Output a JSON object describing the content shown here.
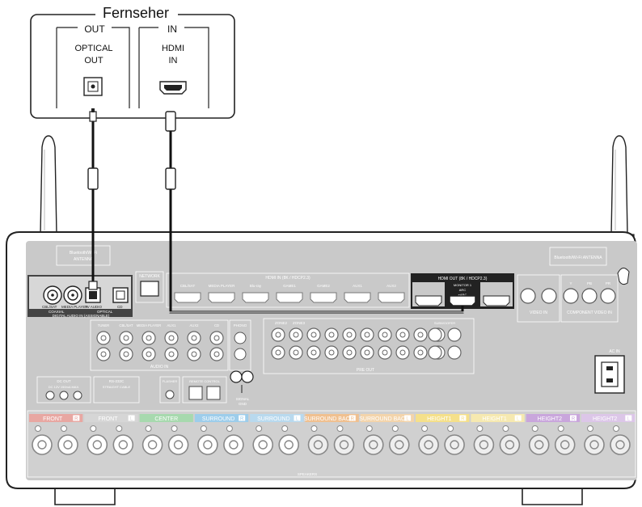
{
  "tv": {
    "title": "Fernseher",
    "out_group": "OUT",
    "optical_label_1": "OPTICAL",
    "optical_label_2": "OUT",
    "in_group": "IN",
    "hdmi_label_1": "HDMI",
    "hdmi_label_2": "IN"
  },
  "receiver": {
    "antenna_left_label": "Bluetooth/Wi-Fi",
    "antenna_left_label_2": "ANTENNA",
    "antenna_right_label": "Bluetooth/Wi-Fi ANTENNA",
    "network_label": "NETWORK",
    "hdmi_in_label": "HDMI IN (8K / HDCP2.3)",
    "hdmi_in_ports": [
      "CBL/SAT",
      "MEDIA PLAYER",
      "Blu-ray",
      "GAME1",
      "GAME2",
      "AUX1",
      "AUX2"
    ],
    "hdmi_out_label": "HDMI OUT (8K / HDCP2.3)",
    "hdmi_out_monitor": "MONITOR 1",
    "hdmi_out_arc": "ARC",
    "hdmi_out_earc": "eARC",
    "digital_audio_in_label": "DIGITAL AUDIO IN (ASSIGNABLE)",
    "coaxial_ports": [
      "CBL/SAT",
      "MEDIA PLAYER"
    ],
    "coaxial_label": "COAXIAL",
    "optical_ports": [
      "TV AUDIO",
      "CD"
    ],
    "optical_label": "OPTICAL",
    "video_in_label": "VIDEO IN",
    "component_video_label": "COMPONENT VIDEO IN",
    "component_ports": [
      "Y",
      "PB",
      "PR"
    ],
    "audio_in_label": "AUDIO IN",
    "audio_in_ports": [
      "TUNER",
      "CBL/SAT",
      "MEDIA PLAYER",
      "AUX1",
      "AUX2",
      "CD"
    ],
    "phono_label": "PHONO",
    "pre_out_label": "PRE OUT",
    "zone2_label": "ZONE2",
    "zone3_label": "ZONE3",
    "subwoofer_label": "SUBWOOFER",
    "dc_out_label": "DC OUT",
    "rs232c_label": "RS-232C",
    "trigger_label": "DC 12V 150mA MAX.",
    "straight_cable_label": "STRAIGHT CABLE",
    "flasher_in_label": "FLASHER",
    "remote_control_label": "REMOTE CONTROL",
    "signal_gnd_label_1": "SIGNAL",
    "signal_gnd_label_2": "GND",
    "ac_in_label": "AC IN",
    "speaker_groups": [
      {
        "label": "FRONT",
        "badge": "R",
        "color": "#e8a7a2"
      },
      {
        "label": "FRONT",
        "badge": "L",
        "color": "#d6d6d6"
      },
      {
        "label": "CENTER",
        "badge": "",
        "color": "#a7d9ae"
      },
      {
        "label": "SURROUND",
        "badge": "R",
        "color": "#9dcdeb"
      },
      {
        "label": "SURROUND",
        "badge": "L",
        "color": "#b8d9ee"
      },
      {
        "label": "SURROUND BACK",
        "badge": "R",
        "color": "#f0c090"
      },
      {
        "label": "SURROUND BACK",
        "badge": "L",
        "color": "#f3d4ab"
      },
      {
        "label": "HEIGHT1",
        "badge": "R",
        "color": "#f5e08a"
      },
      {
        "label": "HEIGHT1",
        "badge": "L",
        "color": "#f6e9b0"
      },
      {
        "label": "HEIGHT2",
        "badge": "R",
        "color": "#c9a6dc"
      },
      {
        "label": "HEIGHT2",
        "badge": "L",
        "color": "#dcc6e8"
      }
    ],
    "speakers_label": "SPEAKERS"
  },
  "colors": {
    "cable": "#111111",
    "receiver_panel": "#c8c8c8",
    "receiver_outline": "#222222",
    "highlight_dark": "#111111"
  }
}
